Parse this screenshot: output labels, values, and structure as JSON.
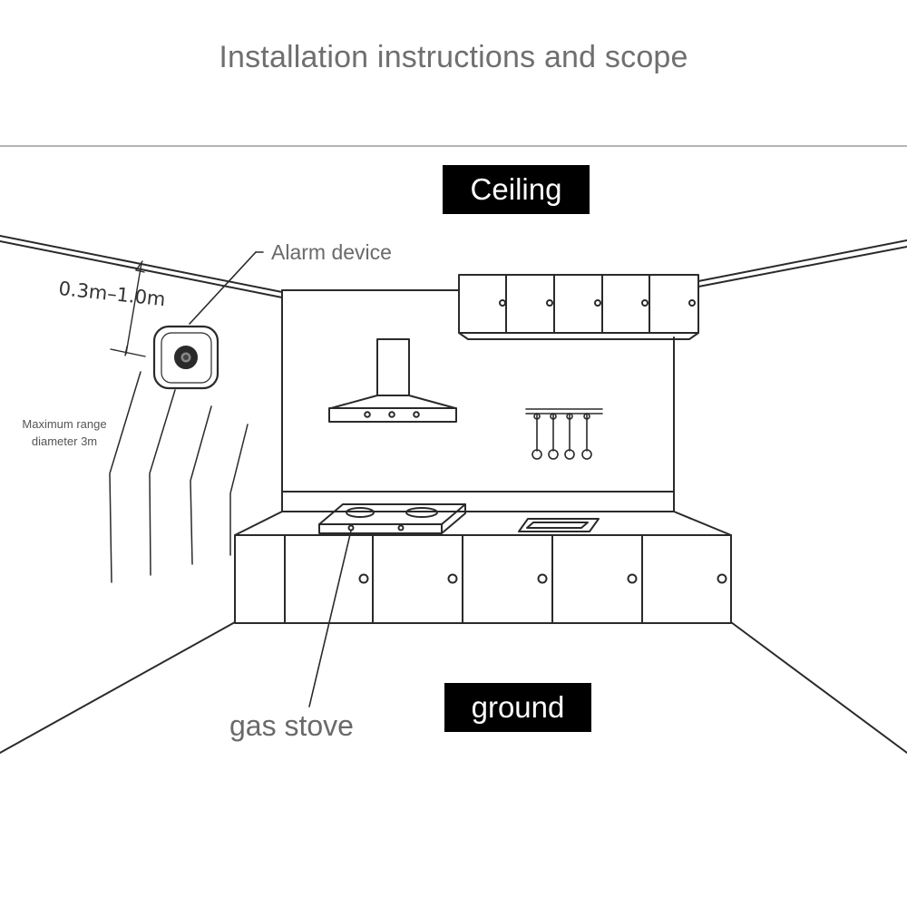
{
  "title": "Installation instructions and scope",
  "labels": {
    "ceiling": "Ceiling",
    "ground": "ground",
    "alarm_device": "Alarm device",
    "gas_stove": "gas stove",
    "max_range": "Maximum range diameter 3m",
    "distance": "0.3m–1.0m"
  },
  "colors": {
    "tag_background": "#000000",
    "tag_text": "#ffffff",
    "line": "#2a2a2a",
    "title_text": "#6f6f6f"
  }
}
